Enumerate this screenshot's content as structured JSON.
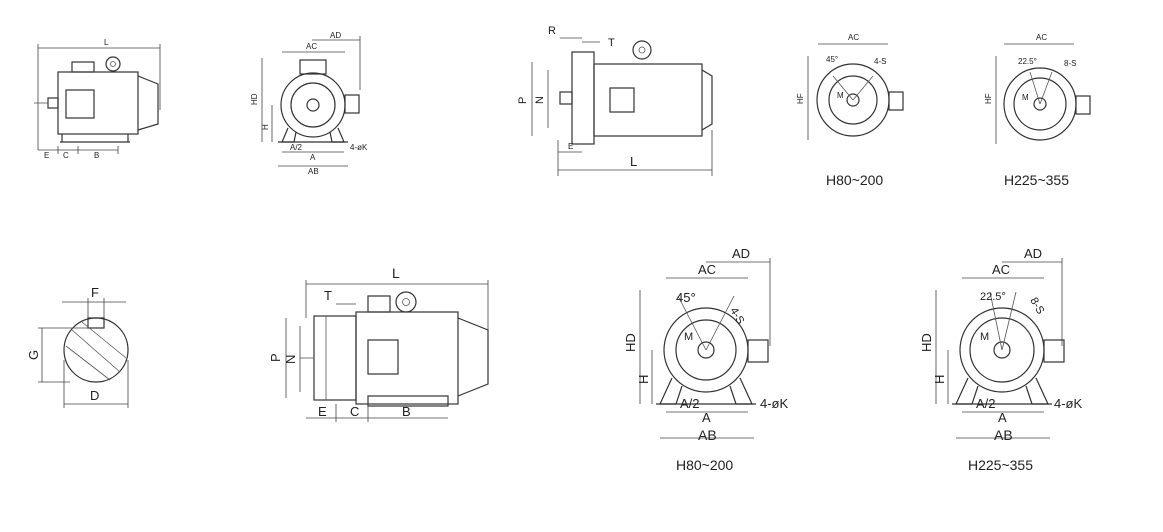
{
  "top": {
    "side": {
      "L": "L",
      "E": "E",
      "C": "C",
      "B": "B"
    },
    "front": {
      "AD": "AD",
      "AC": "AC",
      "HD": "HD",
      "H": "H",
      "A2": "A/2",
      "A": "A",
      "AB": "AB",
      "K": "4-øK"
    },
    "flange": {
      "R": "R",
      "T": "T",
      "P": "P",
      "N": "N",
      "E": "E",
      "L": "L"
    },
    "hf1": {
      "AC": "AC",
      "HF": "HF",
      "ang": "45°",
      "S": "4-S",
      "M": "M",
      "caption": "H80~200"
    },
    "hf2": {
      "AC": "AC",
      "HF": "HF",
      "ang": "22.5°",
      "S": "8-S",
      "M": "M",
      "caption": "H225~355"
    }
  },
  "bottom": {
    "shaft": {
      "F": "F",
      "G": "G",
      "D": "D"
    },
    "side": {
      "L": "L",
      "T": "T",
      "P": "P",
      "N": "N",
      "E": "E",
      "C": "C",
      "B": "B"
    },
    "front1": {
      "AD": "AD",
      "AC": "AC",
      "HD": "HD",
      "H": "H",
      "ang": "45°",
      "S": "4-S",
      "M": "M",
      "A2": "A/2",
      "A": "A",
      "AB": "AB",
      "K": "4-øK",
      "caption": "H80~200"
    },
    "front2": {
      "AD": "AD",
      "AC": "AC",
      "HD": "HD",
      "H": "H",
      "ang": "22.5°",
      "S": "8-S",
      "M": "M",
      "A2": "A/2",
      "A": "A",
      "AB": "AB",
      "K": "4-øK",
      "caption": "H225~355"
    }
  }
}
